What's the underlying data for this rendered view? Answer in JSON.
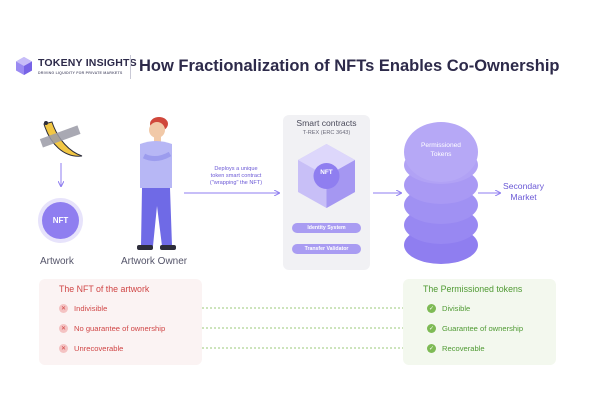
{
  "header": {
    "brand": "TOKENY INSIGHTS",
    "tagline": "DRIVING LIQUIDITY FOR PRIVATE MARKETS",
    "title": "How Fractionalization of NFTs Enables Co-Ownership"
  },
  "artwork": {
    "nft_label": "NFT",
    "caption": "Artwork"
  },
  "owner": {
    "caption": "Artwork Owner"
  },
  "deploy": {
    "line1": "Deploys a unique",
    "line2": "token smart contract",
    "line3": "(\"wrapping\" the NFT)"
  },
  "smart_contracts": {
    "title": "Smart contracts",
    "subtitle": "T-REX (ERC 3643)",
    "nft_label": "NFT",
    "pills": [
      "Identity System",
      "Transfer Validator"
    ]
  },
  "tokens": {
    "line1": "Permissioned",
    "line2": "Tokens"
  },
  "secondary": {
    "line1": "Secondary",
    "line2": "Market"
  },
  "nft_box": {
    "title": "The NFT of the artwork",
    "items": [
      "Indivisible",
      "No guarantee of ownership",
      "Unrecoverable"
    ]
  },
  "token_box": {
    "title": "The Permissioned tokens",
    "items": [
      "Divisible",
      "Guarantee of ownership",
      "Recoverable"
    ]
  },
  "colors": {
    "accent": "#8f7ef0",
    "negative": "#d04646",
    "positive": "#4f9a33"
  }
}
